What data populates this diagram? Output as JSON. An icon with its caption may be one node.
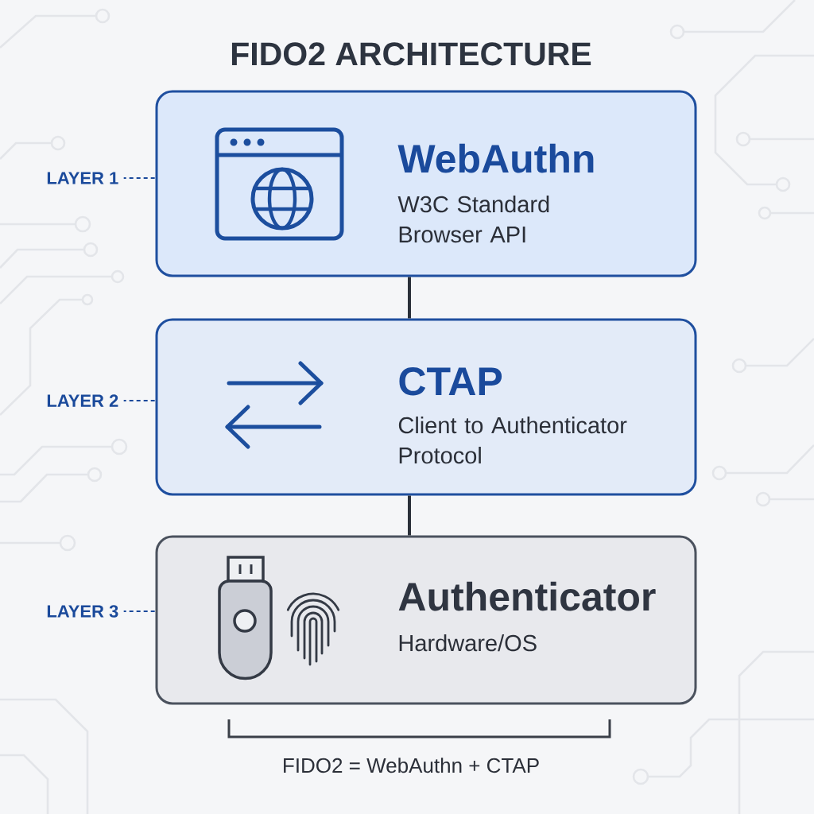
{
  "diagram": {
    "title": "FIDO2 ARCHITECTURE",
    "nodes": [
      {
        "text": [
          "LAYER 1"
        ]
      },
      {
        "text": [
          "WebAuthn",
          "W3C Standard Browser API"
        ]
      },
      {
        "text": [
          "LAYER 2"
        ]
      },
      {
        "text": [
          "CTAP",
          "Client to Authenticator Protocol"
        ]
      },
      {
        "text": [
          "LAYER 3"
        ]
      },
      {
        "text": [
          "Authenticator",
          "Hardware/OS"
        ]
      }
    ],
    "edges": [
      {
        "from": 0,
        "to": 1,
        "arrow": "none",
        "style": "dashed",
        "color": "#1b4a9b"
      },
      {
        "from": 1,
        "to": 3,
        "arrow": "none",
        "style": "thick",
        "color": "#2b303a"
      },
      {
        "from": 2,
        "to": 3,
        "arrow": "none",
        "style": "dashed",
        "color": "#1b4a9b"
      },
      {
        "from": 3,
        "to": 5,
        "arrow": "none",
        "style": "thick",
        "color": "#2b303a"
      },
      {
        "from": 4,
        "to": 5,
        "arrow": "none",
        "style": "dashed",
        "color": "#1b4a9b"
      }
    ],
    "labels": [
      "FIDO2 = WebAuthn + CTAP"
    ]
  }
}
